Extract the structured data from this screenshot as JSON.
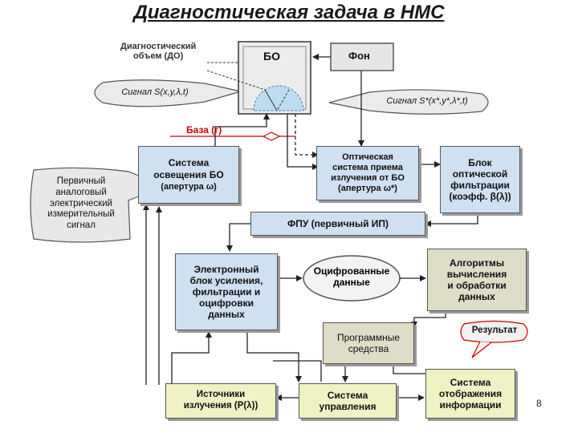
{
  "title": "Диагностическая задача в НМС",
  "slide_number": "8",
  "labels": {
    "do": "Диагностический\nобъем (ДО)",
    "bo": "БО",
    "fon": "Фон",
    "signal_s": "Сигнал S(x,y,λ,t)",
    "signal_s_star": "Сигнал S*(x*,y*,λ*,t)",
    "baza": "База (г)",
    "sys_osv": "Система\nосвещения БО",
    "sys_osv_ap": "(апертура ω)",
    "opt_sys": "Оптическая\nсистема приема\nизлучения от БО\n(апертура ω*)",
    "blok_opt": "Блок\nоптической\nфильтрации\n(коэфф. β(λ))",
    "pervichny": "Первичный\nаналоговый\nэлектрический\nизмерительный\nсигнал",
    "fpu": "ФПУ (первичный ИП)",
    "electron": "Электронный\nблок усиления,\nфильтрации и\nоцифровки\nданных",
    "ocifr": "Оцифрованные\nданные",
    "algoritmy": "Алгоритмы\nвычисления\nи обработки\nданных",
    "programm": "Программные\nсредства",
    "rezultat": "Результат",
    "istochniki": "Источники\nизлучения (P(λ))",
    "sys_upr": "Система\nуправления",
    "sys_otobr": "Система\nотображения\nинформации"
  }
}
